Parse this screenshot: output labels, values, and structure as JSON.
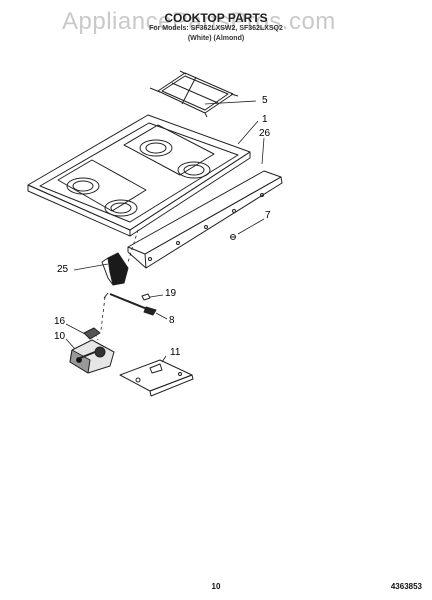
{
  "watermark": "AppliancePartsPros.com",
  "header": {
    "title": "COOKTOP PARTS",
    "models": "For Models: SF362LXSW2, SF362LXSQ2",
    "variants": "(White)    (Almond)"
  },
  "callouts": {
    "c5": "5",
    "c1": "1",
    "c26": "26",
    "c7": "7",
    "c25": "25",
    "c19": "19",
    "c8": "8",
    "c16": "16",
    "c10": "10",
    "c11": "11"
  },
  "footer": {
    "page_number": "10",
    "document_number": "4363853"
  }
}
